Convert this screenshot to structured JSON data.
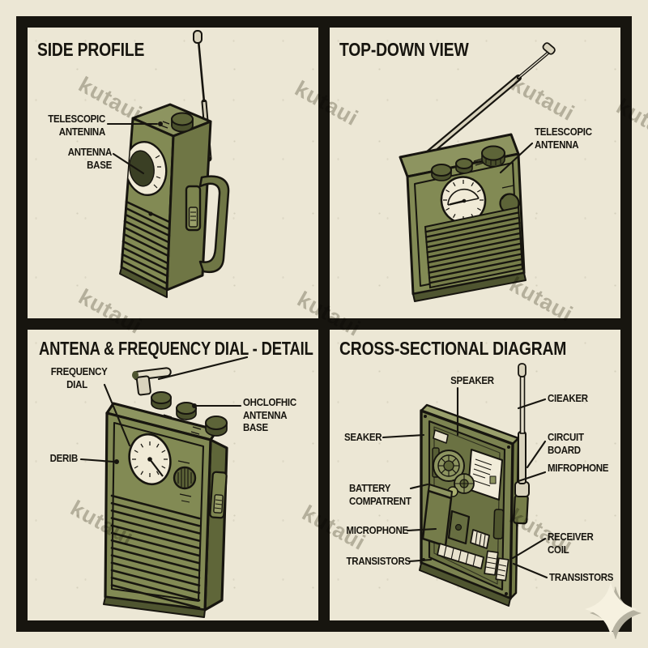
{
  "watermark": {
    "text": "kutaui"
  },
  "palette": {
    "paper": "#ECE7D5",
    "ink": "#17150F",
    "olive_light": "#8D9460",
    "olive": "#828A54",
    "olive_dark": "#6F7645",
    "olive_deep": "#4F5530",
    "dial_face": "#F0EAD6",
    "metal": "#D9D3BD",
    "watermark_gray": "#68634F"
  },
  "panels": {
    "side_profile": {
      "title": "SIDE PROFILE",
      "labels": [
        {
          "id": "telescopic-antenna",
          "text": "TELESCOPIC\nANTENINA"
        },
        {
          "id": "antenna-base",
          "text": "ANTENNA BASE"
        }
      ]
    },
    "top_down": {
      "title": "TOP-DOWN VIEW",
      "labels": [
        {
          "id": "telescopic-antenna",
          "text": "TELESCOPIC\nANTENNA"
        }
      ]
    },
    "detail": {
      "title": "ANTENA & FREQUENCY DIAL - DETAIL",
      "labels": [
        {
          "id": "frequency-dial",
          "text": "FREQUENCY\nDIAL"
        },
        {
          "id": "antenna-base",
          "text": "OHCLOFHIC\nANTENNA BASE"
        },
        {
          "id": "dial",
          "text": "DERIB"
        }
      ]
    },
    "cross_section": {
      "title": "CROSS-SECTIONAL DIAGRAM",
      "labels": [
        {
          "id": "speaker-top",
          "text": "SPEAKER"
        },
        {
          "id": "antenna",
          "text": "CIEAKER"
        },
        {
          "id": "speaker-left",
          "text": "SEAKER"
        },
        {
          "id": "circuit-board",
          "text": "CIRCUIT BOARD"
        },
        {
          "id": "microphone-right",
          "text": "MIFROPHONE"
        },
        {
          "id": "battery-compartment",
          "text": "BATTERY\nCOMPATRENT"
        },
        {
          "id": "microphone",
          "text": "MICROPHONE"
        },
        {
          "id": "transistors-left",
          "text": "TRANSISTORS"
        },
        {
          "id": "receiver-coil",
          "text": "RECEIVER COIL"
        },
        {
          "id": "transistors-right",
          "text": "TRANSISTORS"
        }
      ]
    }
  }
}
